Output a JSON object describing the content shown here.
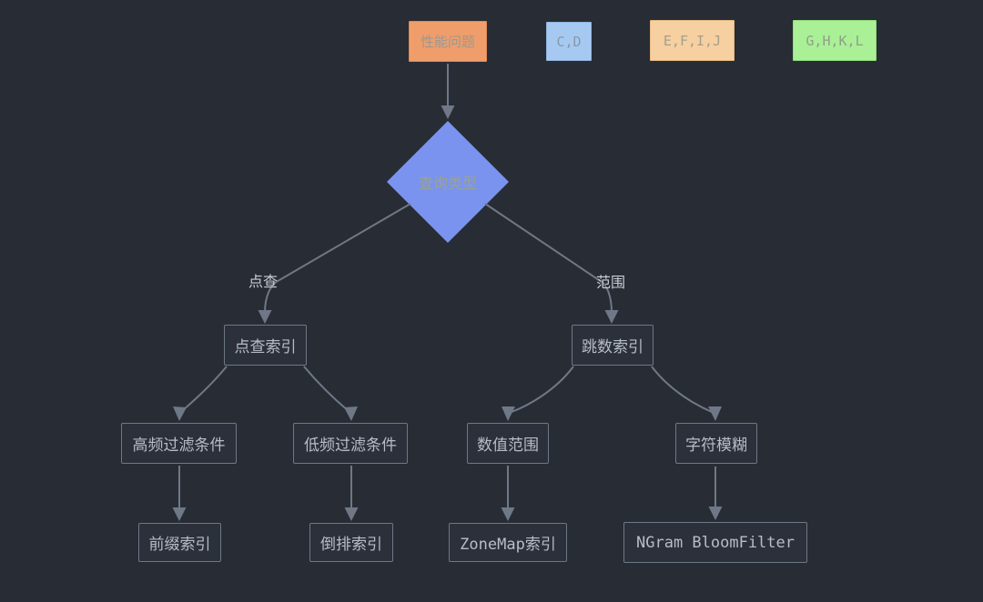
{
  "palette": {
    "background": "#282c34",
    "edge_color": "#6f7887",
    "node_background": "#2b303a",
    "node_border": "#6e7886",
    "node_text": "#b7bdc7",
    "branch_label_text": "#c9ced6"
  },
  "top_nodes": [
    {
      "label": "性能问题",
      "bg": "#ef9e6b",
      "border": "#dd8a54",
      "text_color": "#9c9891"
    },
    {
      "label": "C,D",
      "bg": "#a6c9f1",
      "border": "#8fb4e0",
      "text_color": "#8a98a6"
    },
    {
      "label": "E,F,I,J",
      "bg": "#f6d0a0",
      "border": "#e5ba82",
      "text_color": "#a59e8e"
    },
    {
      "label": "G,H,K,L",
      "bg": "#aaf096",
      "border": "#90dc7c",
      "text_color": "#8fa089"
    }
  ],
  "decision": {
    "label": "查询类型",
    "bg": "#7a93ef",
    "text_color": "#9aa295"
  },
  "branch_labels": {
    "point_query": "点查",
    "range_query": "范围"
  },
  "nodes": {
    "point_index": "点查索引",
    "skip_index": "跳数索引",
    "high_freq_filter": "高频过滤条件",
    "low_freq_filter": "低频过滤条件",
    "numeric_range": "数值范围",
    "fuzzy_string": "字符模糊",
    "prefix_index": "前缀索引",
    "inverted_index": "倒排索引",
    "zonemap_index": "ZoneMap索引",
    "ngram_bloomfilter": "NGram BloomFilter"
  }
}
